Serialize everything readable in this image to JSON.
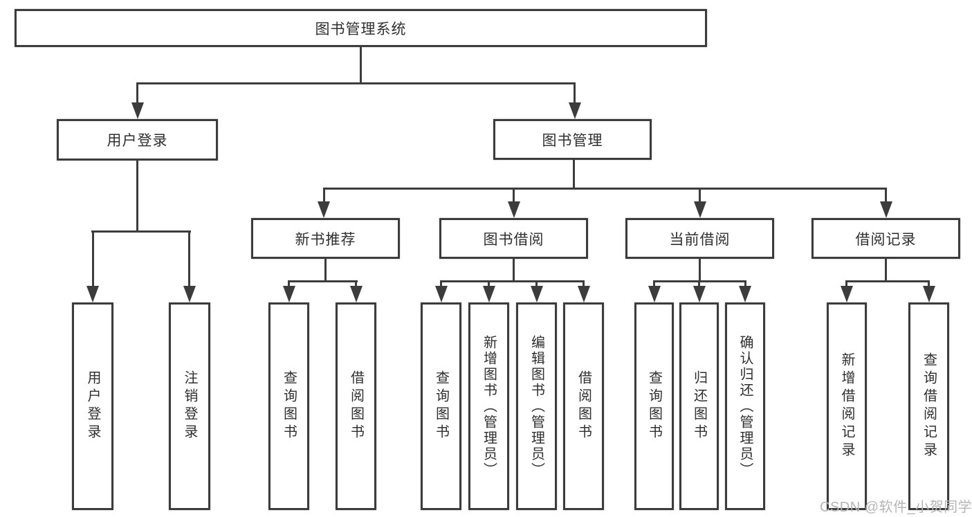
{
  "diagram": {
    "root": {
      "label": "图书管理系统"
    },
    "branches": [
      {
        "label": "用户登录",
        "children": [
          {
            "label": "用户登录"
          },
          {
            "label": "注销登录"
          }
        ]
      },
      {
        "label": "图书管理",
        "children": [
          {
            "label": "新书推荐",
            "children": [
              {
                "label": "查询图书"
              },
              {
                "label": "借阅图书"
              }
            ]
          },
          {
            "label": "图书借阅",
            "children": [
              {
                "label": "查询图书"
              },
              {
                "label": "新增图书（管理员）"
              },
              {
                "label": "编辑图书（管理员）"
              },
              {
                "label": "借阅图书"
              }
            ]
          },
          {
            "label": "当前借阅",
            "children": [
              {
                "label": "查询图书"
              },
              {
                "label": "归还图书"
              },
              {
                "label": "确认归还（管理员）"
              }
            ]
          },
          {
            "label": "借阅记录",
            "children": [
              {
                "label": "新增借阅记录"
              },
              {
                "label": "查询借阅记录"
              }
            ]
          }
        ]
      }
    ]
  },
  "watermark": {
    "text": "CSDN @软件_小贺同学"
  },
  "colors": {
    "line": "#3c3c3c",
    "text": "#2f2f2f",
    "watermark": "#b5b5b5",
    "background": "#ffffff"
  }
}
